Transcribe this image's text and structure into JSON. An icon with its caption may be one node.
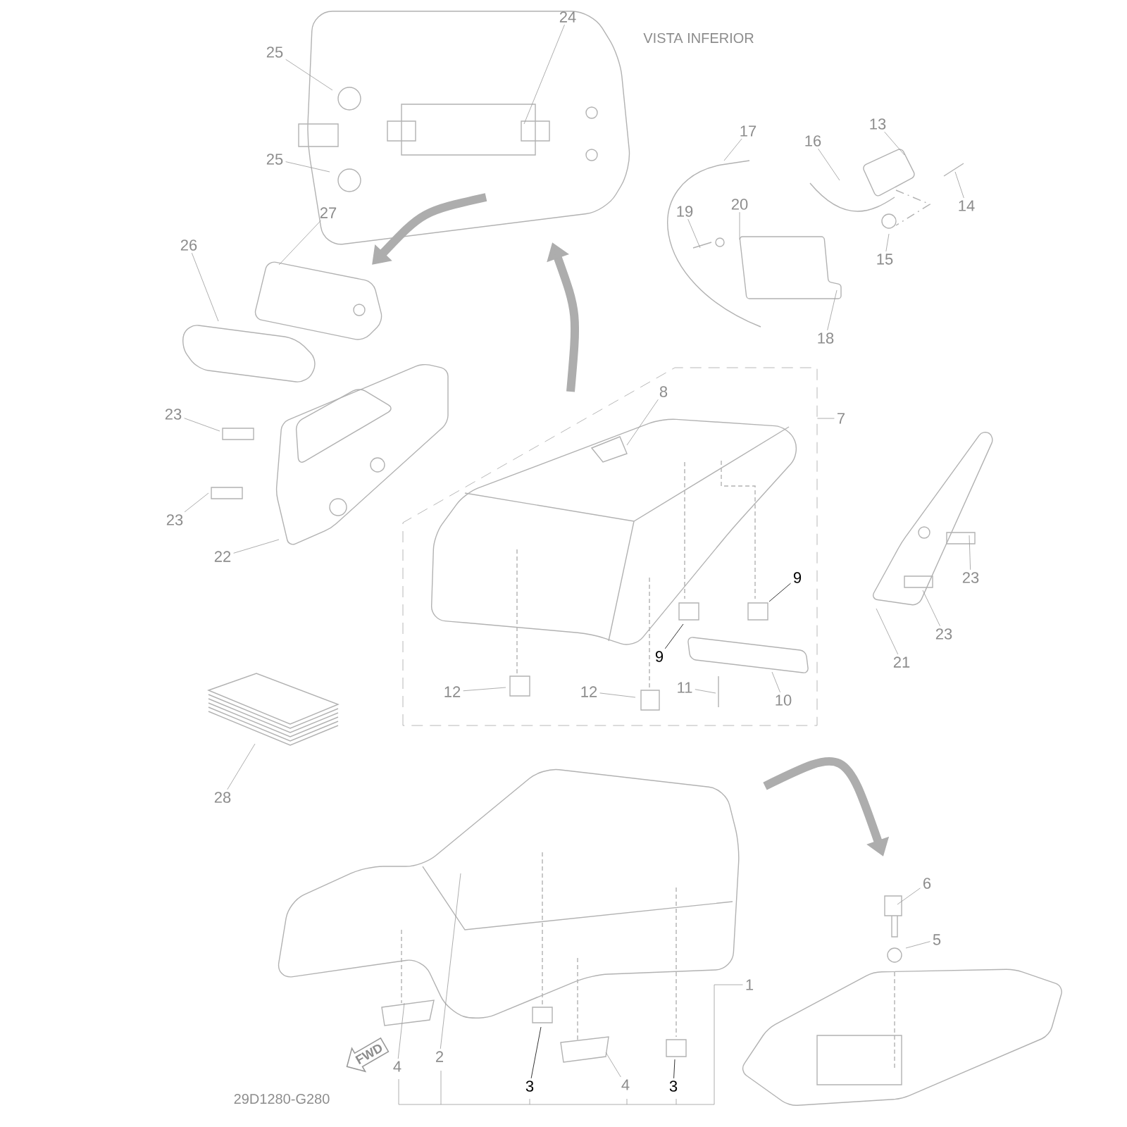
{
  "diagram": {
    "nodes": [
      {
        "text": [
          "24"
        ]
      },
      {
        "text": [
          "25"
        ]
      },
      {
        "text": [
          "25"
        ]
      },
      {
        "text": [
          "27"
        ]
      },
      {
        "text": [
          "26"
        ]
      },
      {
        "text": [
          "17"
        ]
      },
      {
        "text": [
          "16"
        ]
      },
      {
        "text": [
          "13"
        ]
      },
      {
        "text": [
          "14"
        ]
      },
      {
        "text": [
          "19"
        ]
      },
      {
        "text": [
          "20"
        ]
      },
      {
        "text": [
          "15"
        ]
      },
      {
        "text": [
          "18"
        ]
      },
      {
        "text": [],
        "shape": "box"
      },
      {
        "text": [
          "8"
        ],
        "in": 13
      },
      {
        "text": [
          "7"
        ]
      },
      {
        "text": [
          "23"
        ]
      },
      {
        "text": [
          "23"
        ]
      },
      {
        "text": [
          "22"
        ]
      },
      {
        "text": [
          "9"
        ],
        "in": 13
      },
      {
        "text": [
          "9"
        ],
        "in": 13
      },
      {
        "text": [
          "12"
        ],
        "in": 13
      },
      {
        "text": [
          "12"
        ],
        "in": 13
      },
      {
        "text": [
          "11"
        ],
        "in": 13
      },
      {
        "text": [
          "10"
        ],
        "in": 13
      },
      {
        "text": [
          "21"
        ]
      },
      {
        "text": [
          "23"
        ]
      },
      {
        "text": [
          "23"
        ]
      },
      {
        "text": [
          "28"
        ]
      },
      {
        "text": [
          "6"
        ]
      },
      {
        "text": [
          "5"
        ]
      },
      {
        "text": [
          "1"
        ]
      },
      {
        "text": [
          "FWD"
        ]
      },
      {
        "text": [
          "4"
        ]
      },
      {
        "text": [
          "2"
        ]
      },
      {
        "text": [
          "3"
        ]
      },
      {
        "text": [
          "4"
        ]
      },
      {
        "text": [
          "3"
        ]
      }
    ],
    "edges": [
      {
        "from": 0,
        "to": null,
        "arrow": "none"
      },
      {
        "from": 1,
        "to": null,
        "arrow": "none"
      },
      {
        "from": 2,
        "to": null,
        "arrow": "none"
      },
      {
        "from": 3,
        "to": null,
        "arrow": "none"
      },
      {
        "from": 4,
        "to": null,
        "arrow": "none"
      },
      {
        "from": 5,
        "to": null,
        "arrow": "none"
      },
      {
        "from": 6,
        "to": null,
        "arrow": "none"
      },
      {
        "from": 7,
        "to": null,
        "arrow": "none"
      },
      {
        "from": 8,
        "to": null,
        "arrow": "none"
      },
      {
        "from": 9,
        "to": null,
        "arrow": "none"
      },
      {
        "from": 10,
        "to": null,
        "arrow": "none"
      },
      {
        "from": 11,
        "to": null,
        "arrow": "none"
      },
      {
        "from": 12,
        "to": null,
        "arrow": "none"
      },
      {
        "from": 14,
        "to": null,
        "arrow": "none"
      },
      {
        "from": 15,
        "to": 13,
        "arrow": "none"
      },
      {
        "from": 16,
        "to": null,
        "arrow": "none"
      },
      {
        "from": 17,
        "to": null,
        "arrow": "none"
      },
      {
        "from": 18,
        "to": null,
        "arrow": "none"
      },
      {
        "from": 19,
        "to": null,
        "arrow": "none",
        "color": "#000000"
      },
      {
        "from": 20,
        "to": null,
        "arrow": "none",
        "color": "#000000"
      },
      {
        "from": 21,
        "to": null,
        "arrow": "none"
      },
      {
        "from": 22,
        "to": null,
        "arrow": "none"
      },
      {
        "from": 23,
        "to": null,
        "arrow": "none"
      },
      {
        "from": 24,
        "to": null,
        "arrow": "none"
      },
      {
        "from": 25,
        "to": null,
        "arrow": "none"
      },
      {
        "from": 26,
        "to": null,
        "arrow": "none"
      },
      {
        "from": 27,
        "to": null,
        "arrow": "none"
      },
      {
        "from": 28,
        "to": null,
        "arrow": "none"
      },
      {
        "from": 29,
        "to": null,
        "arrow": "none"
      },
      {
        "from": 30,
        "to": null,
        "arrow": "none"
      },
      {
        "from": 31,
        "to": null,
        "arrow": "none"
      },
      {
        "from": 33,
        "to": null,
        "arrow": "none"
      },
      {
        "from": 34,
        "to": null,
        "arrow": "none"
      },
      {
        "from": 35,
        "to": null,
        "arrow": "none",
        "color": "#000000"
      },
      {
        "from": 36,
        "to": null,
        "arrow": "none"
      },
      {
        "from": 37,
        "to": null,
        "arrow": "none",
        "color": "#000000"
      }
    ],
    "labels": [
      "VISTA INFERIOR",
      "29D1280-G280"
    ]
  }
}
